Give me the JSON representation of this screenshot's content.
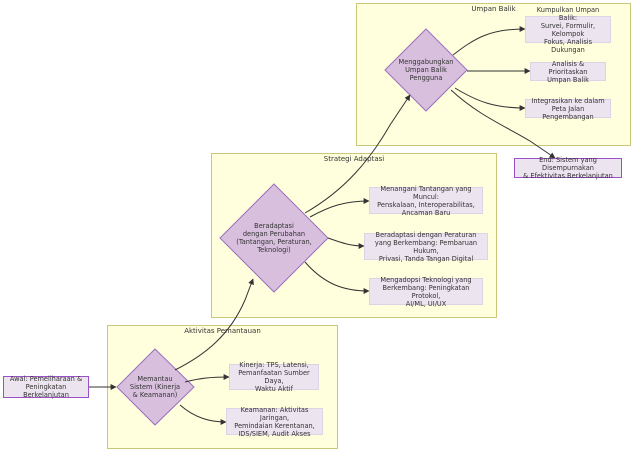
{
  "clusters": {
    "umpan_balik": "Umpan Balik",
    "strategi": "Strategi Adaptasi",
    "aktivitas": "Aktivitas Pemantauan"
  },
  "nodes": {
    "start": "Awal: Pemeliharaan &\nPeningkatan Berkelanjutan",
    "monitor": "Memantau\nSistem (Kinerja\n& Keamanan)",
    "kinerja": "Kinerja: TPS, Latensi,\nPemanfaatan Sumber Daya,\nWaktu Aktif",
    "keamanan": "Keamanan: Aktivitas Jaringan,\nPemindaian Kerentanan,\nIDS/SIEM, Audit Akses",
    "adapt": "Beradaptasi\ndengan Perubahan\n(Tantangan, Peraturan,\nTeknologi)",
    "tantangan": "Menangani Tantangan yang Muncul:\nPenskalaan, Interoperabilitas,\nAncaman Baru",
    "peraturan": "Beradaptasi dengan Peraturan\nyang Berkembang: Pembaruan Hukum,\nPrivasi, Tanda Tangan Digital",
    "teknologi": "Mengadopsi Teknologi yang\nBerkembang: Peningkatan Protokol,\nAI/ML, UI/UX",
    "feedback": "Menggabungkan\nUmpan Balik\nPengguna",
    "kumpulkan": "Kumpulkan Umpan Balik:\nSurvei, Formulir, Kelompok\nFokus, Analisis Dukungan",
    "analisis": "Analisis & Prioritaskan\nUmpan Balik",
    "integrasi": "Integrasikan ke dalam\nPeta Jalan Pengembangan",
    "end": "End: Sistem yang Disempurnakan\n& Efektivitas Berkelanjutan"
  },
  "colors": {
    "cluster_fill": "#ffffde",
    "cluster_border": "#c8c878",
    "node_fill": "#ece4ef",
    "diamond_fill": "#d7bfdd",
    "diamond_stroke": "#9b6fc0",
    "terminal_stroke": "#9b4fc8",
    "edge": "#333333"
  }
}
